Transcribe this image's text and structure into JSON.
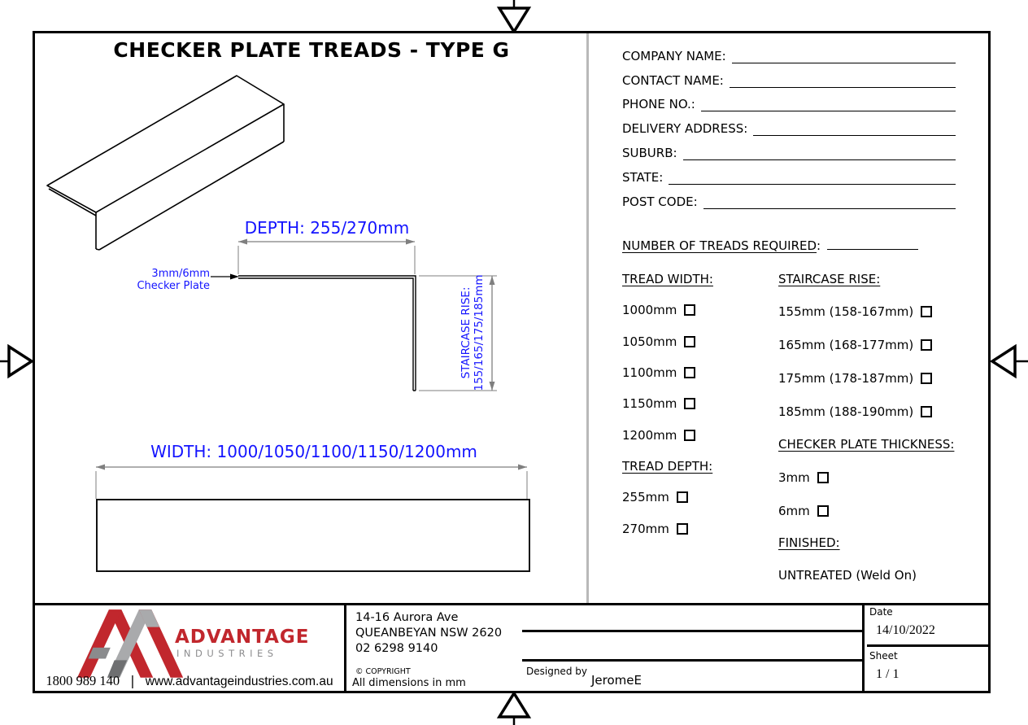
{
  "page": {
    "title": "CHECKER PLATE TREADS - TYPE G"
  },
  "diagram": {
    "plate_note_line1": "3mm/6mm",
    "plate_note_line2": "Checker Plate",
    "depth_label": "DEPTH: 255/270mm",
    "rise_label_line1": "STAIRCASE RISE:",
    "rise_label_line2": "155/165/175/185mm",
    "width_label": "WIDTH: 1000/1050/1100/1150/1200mm"
  },
  "form": {
    "field_labels": [
      "COMPANY NAME:",
      "CONTACT NAME:",
      "PHONE NO.:",
      "DELIVERY ADDRESS:",
      "SUBURB:",
      "STATE:",
      "POST CODE:"
    ],
    "treads_required_label": "NUMBER OF TREADS REQUIRED",
    "treads_required_colon": ":",
    "tread_width_heading": "TREAD WIDTH:",
    "tread_width_options": [
      "1000mm",
      "1050mm",
      "1100mm",
      "1150mm",
      "1200mm"
    ],
    "tread_depth_heading": "TREAD DEPTH:",
    "tread_depth_options": [
      "255mm",
      "270mm"
    ],
    "staircase_rise_heading": "STAIRCASE RISE:",
    "staircase_rise_options": [
      "155mm (158-167mm)",
      "165mm (168-177mm)",
      "175mm (178-187mm)",
      "185mm (188-190mm)"
    ],
    "thickness_heading": "CHECKER PLATE THICKNESS:",
    "thickness_options": [
      "3mm",
      "6mm"
    ],
    "finished_heading": "FINISHED:",
    "finished_value": "UNTREATED (Weld On)"
  },
  "title_block": {
    "brand": "ADVANTAGE",
    "brand_sub": "INDUSTRIES",
    "phone": "1800 989 140",
    "separator": "|",
    "website": "www.advantageindustries.com.au",
    "address_line1": "14-16 Aurora Ave",
    "address_line2": "QUEANBEYAN NSW 2620",
    "address_line3": "02 6298 9140",
    "copyright": "© COPYRIGHT",
    "dimensions_note": "All dimensions in mm",
    "designed_by_label": "Designed by",
    "designed_by_value": "JeromeE",
    "date_label": "Date",
    "date_value": "14/10/2022",
    "sheet_label": "Sheet",
    "sheet_value": "1 / 1"
  },
  "colors": {
    "dimension_blue": "#1414FF",
    "logo_red": "#C1272D",
    "logo_gray": "#97989A",
    "dim_line_gray": "#7F7F7F",
    "divider_gray": "#B9B9B9"
  }
}
